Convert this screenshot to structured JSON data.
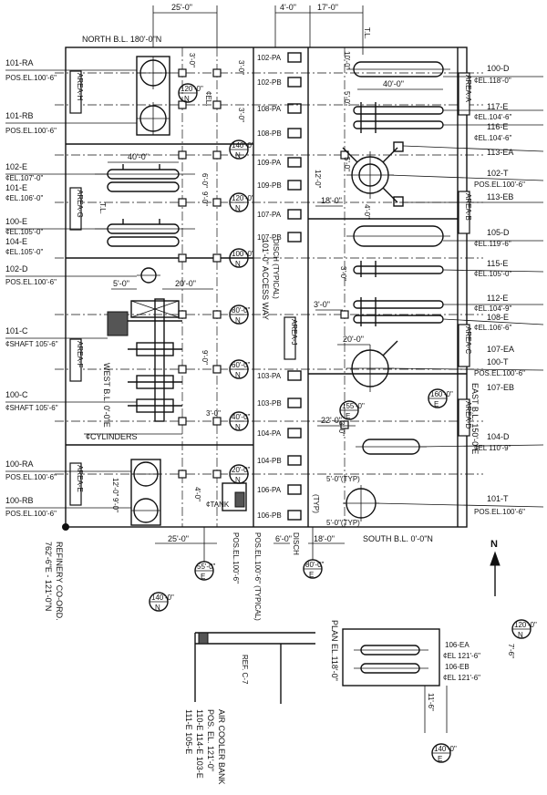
{
  "north_bl": "NORTH B.L. 180'-0\"N",
  "south_bl": "SOUTH B.L. 0'-0\"N",
  "east_bl": "EAST B.L. 150'-0\"E",
  "west_bl": "WEST B.L. 0'-0\"E",
  "north_arrow": "N",
  "access_way": "101'-0\" ACCESS WAY",
  "disch_typical": "DISCH (TYPICAL)",
  "disch": "DISCH",
  "cylinders": "¢CYLINDERS",
  "tank": "¢TANK",
  "typ": "(TYP)",
  "areas": {
    "a": "AREA-A",
    "b": "AREA-B",
    "c": "AREA-C",
    "d": "AREA-D",
    "e": "AREA-E",
    "f": "AREA-F",
    "g": "AREA-G",
    "h": "AREA-H",
    "j": "AREA-J"
  },
  "left_labels": [
    {
      "tag": "101-RA",
      "sub": "POS.EL.100'-6\""
    },
    {
      "tag": "101-RB",
      "sub": "POS.EL.100'-6\""
    },
    {
      "tag": "102-E",
      "sub": "¢EL.107'-0\""
    },
    {
      "tag": "101-E",
      "sub": "¢EL.106'-0\""
    },
    {
      "tag": "100-E",
      "sub": "¢EL.105'-0\""
    },
    {
      "tag": "104-E",
      "sub": "¢EL.105'-0\""
    },
    {
      "tag": "102-D",
      "sub": "POS.EL.100'-6\""
    },
    {
      "tag": "101-C",
      "sub": "¢SHAFT 105'-6\""
    },
    {
      "tag": "100-C",
      "sub": "¢SHAFT 105'-6\""
    },
    {
      "tag": "100-RA",
      "sub": "POS.EL.100'-6\""
    },
    {
      "tag": "100-RB",
      "sub": "POS.EL.100'-6\""
    }
  ],
  "right_labels": [
    {
      "tag": "100-D",
      "sub": "¢EL.118'-0\""
    },
    {
      "tag": "117-E",
      "sub": "¢EL.104'-6\""
    },
    {
      "tag": "116-E",
      "sub": "¢EL.104'-6\""
    },
    {
      "tag": "113-EA",
      "sub": ""
    },
    {
      "tag": "102-T",
      "sub": "POS.EL.100'-6\""
    },
    {
      "tag": "113-EB",
      "sub": ""
    },
    {
      "tag": "105-D",
      "sub": "¢EL.119'-6\""
    },
    {
      "tag": "115-E",
      "sub": "¢EL.105'-0\""
    },
    {
      "tag": "112-E",
      "sub": "¢EL.104'-9\""
    },
    {
      "tag": "108-E",
      "sub": "¢EL.106'-6\""
    },
    {
      "tag": "107-EA",
      "sub": ""
    },
    {
      "tag": "100-T",
      "sub": "POS.EL.100'-6\""
    },
    {
      "tag": "107-EB",
      "sub": ""
    },
    {
      "tag": "104-D",
      "sub": "¢EL 110'-9\""
    },
    {
      "tag": "101-T",
      "sub": "POS.EL.100'-6\""
    }
  ],
  "pumps_upper": [
    "102-PA",
    "102-PB",
    "108-PA",
    "108-PB",
    "109-PA",
    "109-PB",
    "107-PA",
    "107-PB"
  ],
  "pumps_lower": [
    "103-PA",
    "103-PB",
    "104-PA",
    "104-PB",
    "106-PA",
    "106-PB"
  ],
  "dims": {
    "d25_top": "25'-0\"",
    "d4": "4'-0\"",
    "d17": "17'-0\"",
    "d3a": "3'-0\"",
    "d3b": "3'-0\"",
    "d3c": "3'-0\"",
    "d10a": "10'-0\"",
    "d40a": "40'-0\"",
    "d5a": "5'-0\"",
    "d5b": "5'-0\"",
    "d40b": "40'-0\"",
    "d6": "6'-0\"",
    "d9": "9'-0\"",
    "d12": "12'-0\"",
    "d18": "18'-0\"",
    "d4b": "4'-0\"",
    "d3d": "3'-0\"",
    "d20a": "20'-0\"",
    "d5c": "5'-0\"",
    "d3e": "3'-0\"",
    "d20b": "20'-0\"",
    "d9b": "9'-0\"",
    "d3f": "3'-0\"",
    "d22": "22'-0\"",
    "d3g": "3'-0\"",
    "d12b": "12'-0\"",
    "d9c": "9'-0\"",
    "d4c": "4'-0\"",
    "d5typ": "5'-0\"(TYP)",
    "d5typb": "5'-0\"(TYP)",
    "d25_bot": "25'-0\"",
    "d6b": "6'-0\"",
    "d18b": "18'-0\"",
    "d7": "7'-6\"",
    "d11": "11'-6\""
  },
  "col_refs": [
    {
      "top": "120'-0\"",
      "bot": "N"
    },
    {
      "top": "140'-0\"",
      "bot": "N"
    },
    {
      "top": "120'-0\"",
      "bot": "N"
    },
    {
      "top": "100'-0\"",
      "bot": "N"
    },
    {
      "top": "80'-0\"",
      "bot": "N"
    },
    {
      "top": "60'-0\"",
      "bot": "N"
    },
    {
      "top": "40'-0\"",
      "bot": "N"
    },
    {
      "top": "20'-0\"",
      "bot": "N"
    },
    {
      "top": "155'-0\"",
      "bot": "E"
    },
    {
      "top": "160'-0\"",
      "bot": "E"
    }
  ],
  "bottom_refs": [
    {
      "top": "55'-0\"",
      "bot": "E"
    },
    {
      "top": "80'-0\"",
      "bot": "E"
    }
  ],
  "pos_el_tank": "POS.EL.100'-6\"",
  "pos_el_typical": "POS.EL.100'-6\" (TYPICAL)",
  "refinery": {
    "line1": "REFINERY CO-ORD.",
    "line2": "762'-6\"E - 121'-0\"N"
  },
  "air_cooler": {
    "line1": "AIR COOLER BANK",
    "line2": "POS. EL. 121'-0\"",
    "line3": "110-E  114-E  103-E",
    "line4": "111-E  105-E"
  },
  "ref_note": "REF. C-7",
  "plan_el": "PLAN EL.118'-0\"",
  "inset_labels": [
    {
      "tag": "106-EA",
      "sub": "¢EL 121'-6\""
    },
    {
      "tag": "106-EB",
      "sub": "¢EL 121'-6\""
    }
  ],
  "inset_refs": [
    {
      "top": "140'-0\"",
      "bot": "N"
    },
    {
      "top": "120'-0\"",
      "bot": "N"
    },
    {
      "top": "140'-0\"",
      "bot": "E"
    }
  ]
}
